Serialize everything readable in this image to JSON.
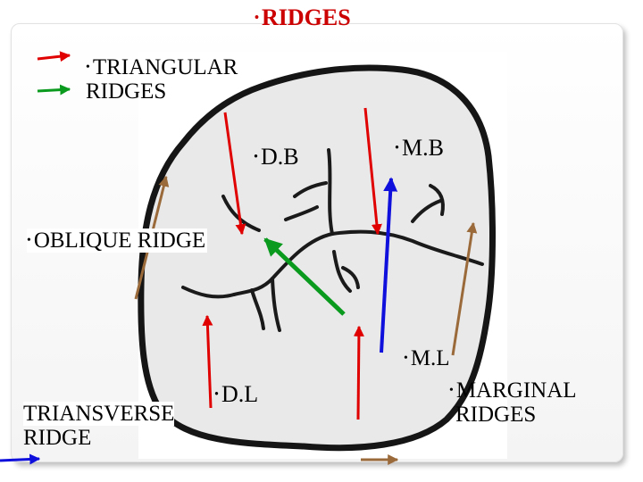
{
  "title": "RIDGES",
  "labels": {
    "triangular": [
      "TRIANGULAR",
      "RIDGES"
    ],
    "db": "D.B",
    "mb": "M.B",
    "oblique": "OBLIQUE RIDGE",
    "ml": "M.L",
    "marginal": [
      "MARGINAL",
      "RIDGES"
    ],
    "dl": "D.L",
    "transverse": [
      "TRIANSVERSE",
      "RIDGE"
    ]
  },
  "legend": {
    "triangular_color": "#e00000",
    "oblique_color": "#0a9a1e"
  },
  "arrow_colors": {
    "triangular": "#e00000",
    "oblique": "#0a9a1e",
    "transverse": "#1010dd",
    "marginal": "#9b6a3a"
  }
}
